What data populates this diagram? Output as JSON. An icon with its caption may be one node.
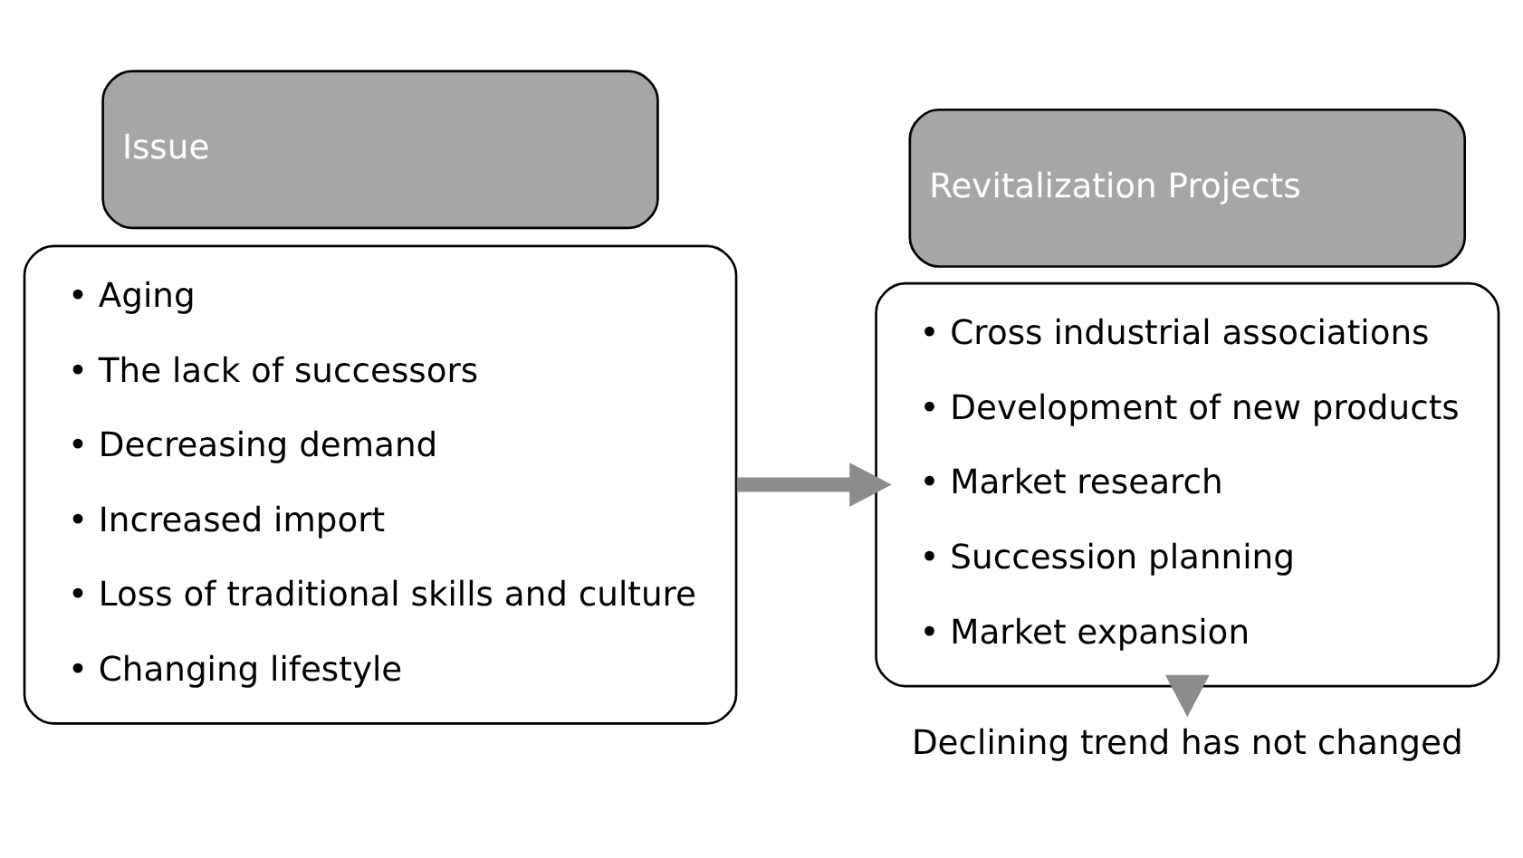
{
  "diagram": {
    "nodes": [
      {
        "text": [
          "Issue"
        ]
      },
      {
        "text": [
          "• Aging",
          "• The lack of successors",
          "• Decreasing demand",
          "• Increased import",
          "• Loss of traditional skills and culture",
          "• Changing lifestyle"
        ]
      },
      {
        "text": [
          "Revitalization Projects"
        ]
      },
      {
        "text": [
          "• Cross industrial associations",
          "• Development of new products",
          "• Market research",
          "• Succession planning",
          "• Market expansion"
        ]
      },
      {
        "text": [
          "Declining trend has not changed"
        ]
      }
    ],
    "edges": [
      {
        "from": 1,
        "to": 3,
        "arrow": "to"
      },
      {
        "from": 3,
        "to": 4,
        "arrow": "to"
      }
    ]
  }
}
